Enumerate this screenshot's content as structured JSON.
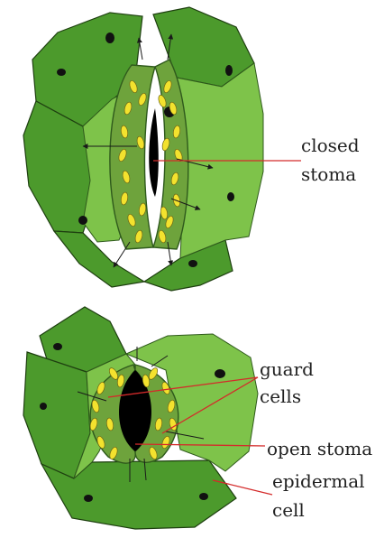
{
  "colors": {
    "epidermis_dark": "#4c9a2c",
    "epidermis_light": "#7ec34a",
    "guard_cell": "#6ea33c",
    "guard_cell_edge": "#2f5a1c",
    "chloroplast": "#f3e22e",
    "pore": "#000000",
    "nucleus": "#111111",
    "leader_line": "#d42a2a",
    "text": "#222222"
  },
  "labels": {
    "closed_stoma_line1": "closed",
    "closed_stoma_line2": "stoma",
    "guard_cells_line1": "guard",
    "guard_cells_line2": "cells",
    "open_stoma": "open stoma",
    "epidermal_cell_line1": "epidermal",
    "epidermal_cell_line2": "cell"
  }
}
